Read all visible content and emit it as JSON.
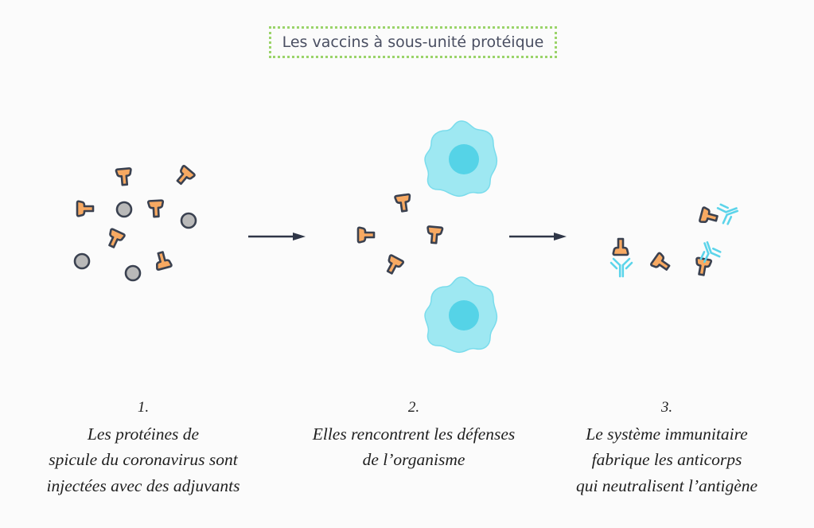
{
  "title": "Les vaccins à sous-unité protéique",
  "colors": {
    "title_border": "#9bd46a",
    "protein_fill": "#f7a962",
    "protein_stroke": "#3a4150",
    "adjuvant_fill": "#b9b9b9",
    "cell_body": "#9ee8f2",
    "cell_nucleus": "#55d3e7",
    "antibody": "#5cd4ea",
    "arrow": "#2f3647"
  },
  "steps": [
    {
      "number": "1.",
      "lines": [
        "Les protéines de",
        "spicule du coronavirus sont",
        "injectées avec des adjuvants"
      ],
      "illustration": "protein-and-adjuvant-particles"
    },
    {
      "number": "2.",
      "lines": [
        "Elles rencontrent les défenses",
        "de l’organisme"
      ],
      "illustration": "proteins-meet-immune-cells"
    },
    {
      "number": "3.",
      "lines": [
        "Le système immunitaire",
        "fabrique les anticorps",
        "qui neutralisent l’antigène"
      ],
      "illustration": "antibodies-neutralize-antigen"
    }
  ],
  "arrows": [
    "step-1-to-2",
    "step-2-to-3"
  ]
}
